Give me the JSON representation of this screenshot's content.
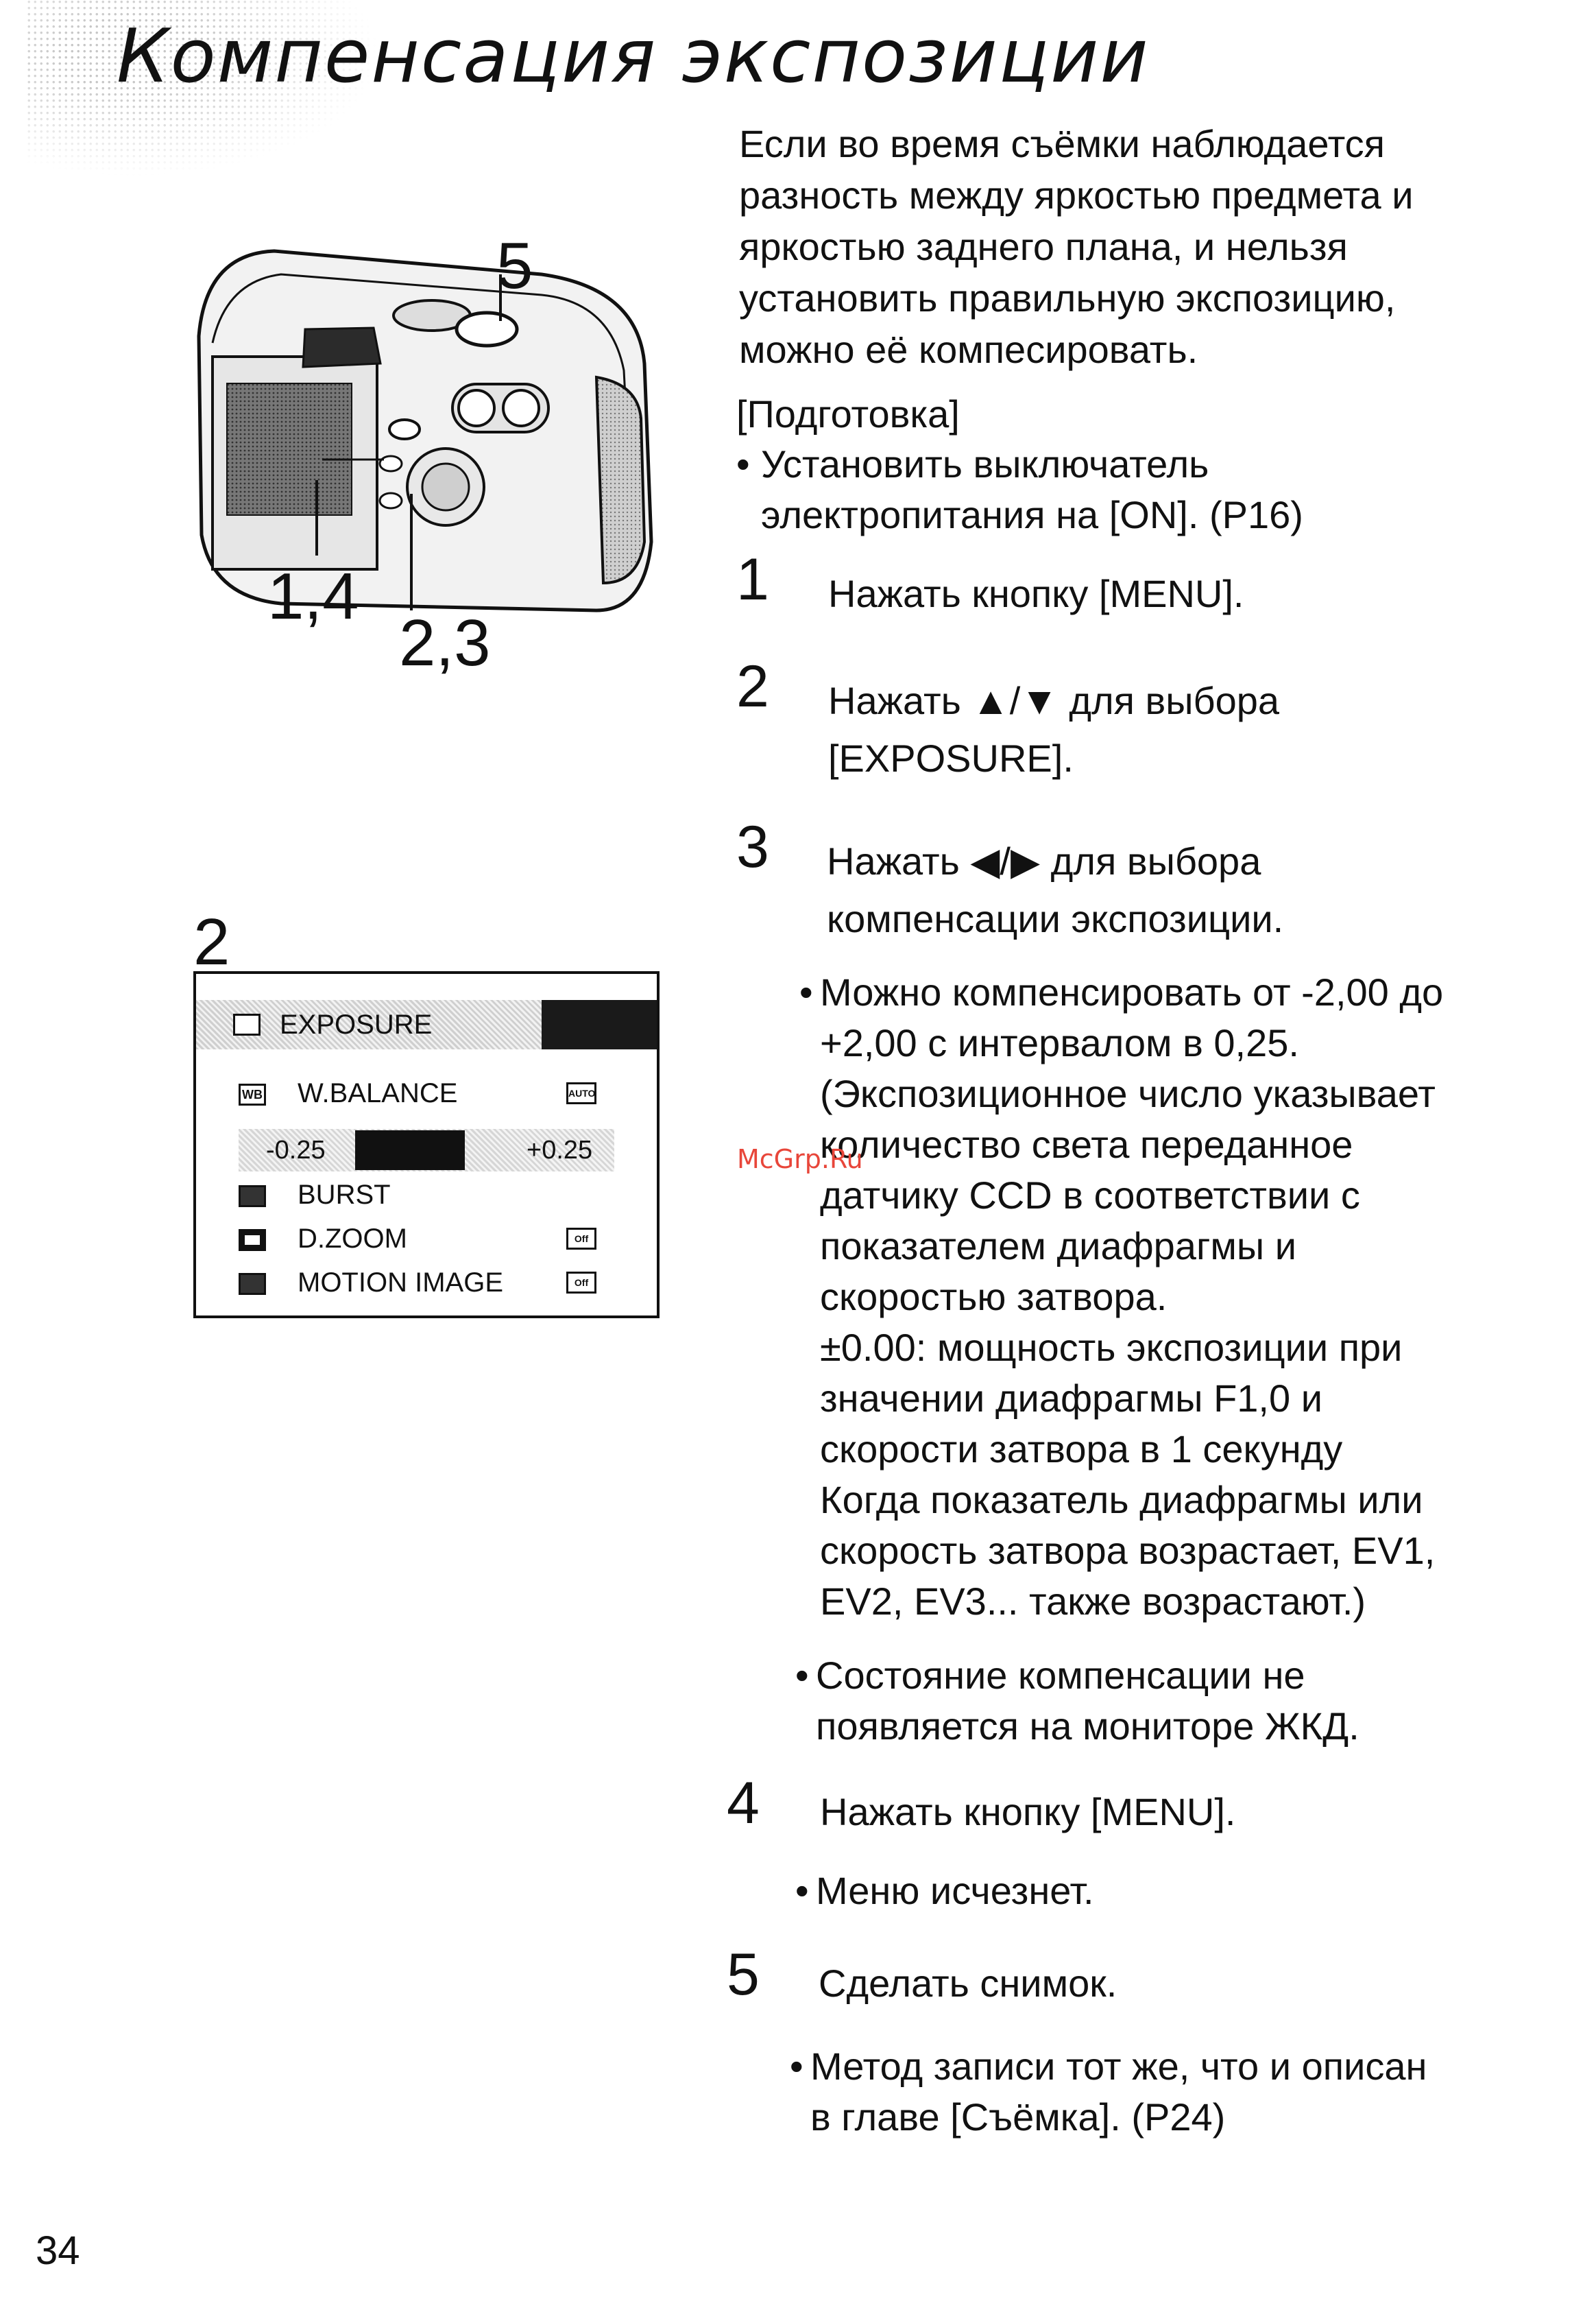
{
  "header": {
    "title": "Компенсация экспозиции"
  },
  "intro": [
    "Если во время съёмки наблюдается",
    "разность между яркостью предмета и",
    "яркостью заднего плана, и нельзя",
    "установить правильную экспозицию,",
    "можно её компесировать."
  ],
  "preparation": {
    "heading": "[Подготовка]",
    "bullet": "•",
    "lines": [
      "Установить выключатель",
      "электропитания на [ON]. (P16)"
    ]
  },
  "steps": [
    {
      "num": "1",
      "lines": [
        "Нажать кнопку [MENU]."
      ]
    },
    {
      "num": "2",
      "lines": [
        "Нажать ▲/▼ для выбора",
        "[EXPOSURE]."
      ]
    },
    {
      "num": "3",
      "lines": [
        "Нажать ◀/▶ для выбора",
        "компенсации экспозиции."
      ]
    },
    {
      "num": "4",
      "lines": [
        "Нажать кнопку [MENU]."
      ]
    },
    {
      "num": "5",
      "lines": [
        "Сделать снимок."
      ]
    }
  ],
  "notes": {
    "step3_a": [
      "Можно компенсировать от -2,00 до",
      "+2,00 с интервалом в 0,25.",
      "(Экспозиционное число указывает",
      "количество света переданное",
      "датчику CCD в соответствии с",
      "показателем диафрагмы и",
      "скоростью затвора.",
      "±0.00: мощность экспозиции при",
      "значении диафрагмы F1,0 и",
      "скорости затвора в 1 секунду",
      "Когда показатель диафрагмы или",
      "скорость затвора возрастает, EV1,",
      "EV2, EV3... также возрастают.)"
    ],
    "step3_b": [
      "Состояние компенсации не",
      "появляется на мониторе ЖКД."
    ],
    "step4": [
      "Меню исчезнет."
    ],
    "step5": [
      "Метод записи тот же, что и описан",
      "в главе [Съёмка]. (P24)"
    ]
  },
  "figure_camera": {
    "callouts": {
      "top": "5",
      "left": "1,4",
      "center": "2,3"
    }
  },
  "figure_menu": {
    "label": "2",
    "header": "EXPOSURE",
    "rows": [
      {
        "icon": "wb-icon",
        "icon_text": "WB",
        "label": "W.BALANCE",
        "badge": "AUTO"
      },
      {
        "icon": "burst-icon",
        "label": "BURST",
        "badge": ""
      },
      {
        "icon": "dzoom-icon",
        "label": "D.ZOOM",
        "badge": "Off"
      },
      {
        "icon": "motion-icon",
        "label": "MOTION IMAGE",
        "badge": "Off"
      }
    ],
    "slider": {
      "left": "-0.25",
      "right": "+0.25"
    }
  },
  "watermark": "McGrp.Ru",
  "footer": {
    "page_number": "34"
  }
}
